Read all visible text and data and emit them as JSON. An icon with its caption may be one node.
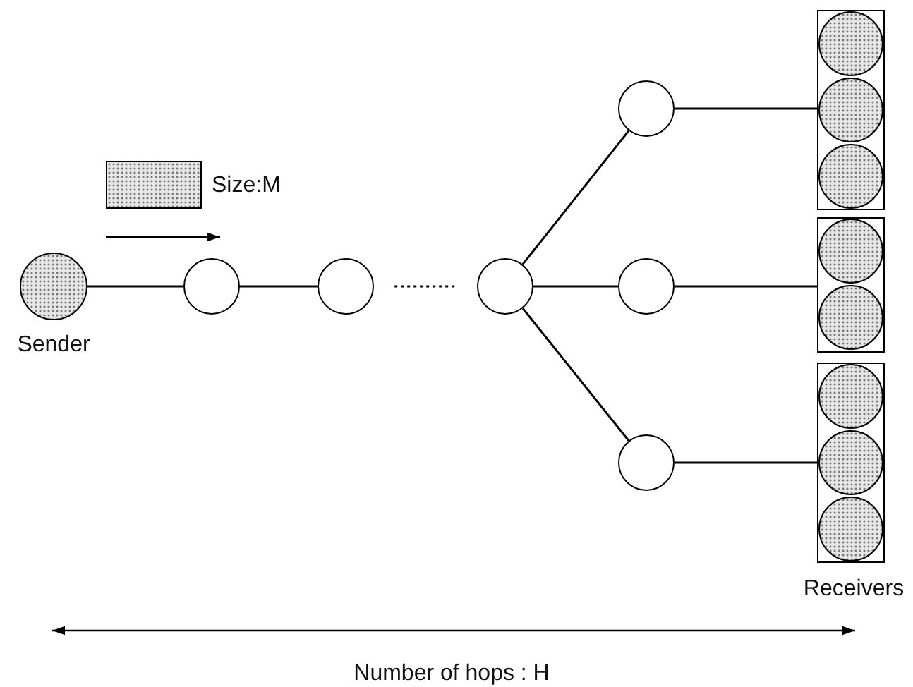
{
  "diagram": {
    "nodes": [
      {
        "text": [],
        "shape": "box",
        "beside": [
          "Size:M"
        ]
      },
      {
        "text": [
          "Sender"
        ]
      },
      {
        "text": [],
        "shape": "circle"
      },
      {
        "text": [],
        "shape": "circle"
      },
      {
        "text": [],
        "shape": "circle"
      },
      {
        "text": [],
        "shape": "circle"
      },
      {
        "text": [],
        "shape": "circle"
      },
      {
        "text": [],
        "shape": "circle"
      },
      {
        "text": [],
        "shape": "box"
      },
      {
        "text": [],
        "shape": "circle",
        "in": 8
      },
      {
        "text": [],
        "shape": "circle",
        "in": 8
      },
      {
        "text": [],
        "shape": "circle",
        "in": 8
      },
      {
        "text": [],
        "shape": "box"
      },
      {
        "text": [],
        "shape": "circle",
        "in": 12
      },
      {
        "text": [],
        "shape": "circle",
        "in": 12
      },
      {
        "text": [],
        "shape": "box"
      },
      {
        "text": [],
        "shape": "circle",
        "in": 15
      },
      {
        "text": [],
        "shape": "circle",
        "in": 15
      },
      {
        "text": [],
        "shape": "circle",
        "in": 15
      }
    ],
    "edges": [
      {
        "from": 1,
        "to": 2,
        "arrow": "none"
      },
      {
        "from": 2,
        "to": 3,
        "arrow": "none"
      },
      {
        "from": 3,
        "to": 4,
        "arrow": "none",
        "style": "dashed"
      },
      {
        "from": 4,
        "to": 5,
        "arrow": "none"
      },
      {
        "from": 4,
        "to": 6,
        "arrow": "none"
      },
      {
        "from": 4,
        "to": 7,
        "arrow": "none"
      },
      {
        "from": 5,
        "to": 8,
        "arrow": "none"
      },
      {
        "from": 6,
        "to": 12,
        "arrow": "none"
      },
      {
        "from": 7,
        "to": 15,
        "arrow": "none"
      }
    ],
    "labels": [
      "Receivers",
      "Number of hops : H"
    ]
  }
}
